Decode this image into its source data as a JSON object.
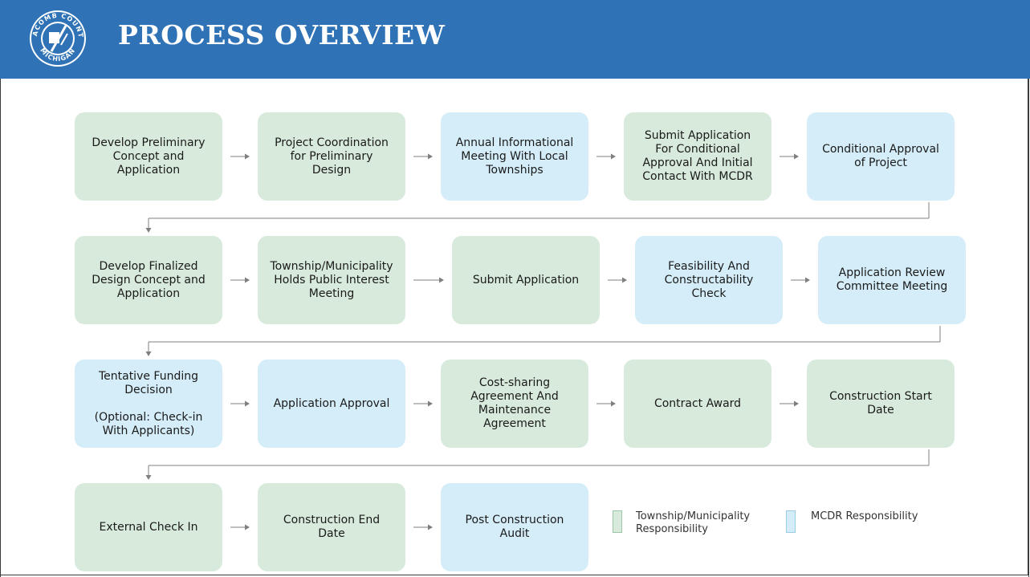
{
  "header": {
    "title": "PROCESS OVERVIEW",
    "seal_text": "MACOMB COUNTY MICHIGAN",
    "background": "#2f72b5"
  },
  "colors": {
    "township": "#d7eadb",
    "mcdr": "#d4edf9",
    "connector": "#7f7f7f"
  },
  "rows": [
    {
      "steps": [
        {
          "label": "Develop Preliminary\nConcept and\nApplication",
          "owner": "township"
        },
        {
          "label": "Project Coordination\nfor Preliminary\nDesign",
          "owner": "township"
        },
        {
          "label": "Annual Informational\nMeeting With Local\nTownships",
          "owner": "mcdr"
        },
        {
          "label": "Submit Application\nFor Conditional\nApproval And Initial\nContact With MCDR",
          "owner": "township"
        },
        {
          "label": "Conditional Approval\nof Project",
          "owner": "mcdr"
        }
      ]
    },
    {
      "steps": [
        {
          "label": "Develop Finalized\nDesign Concept and\nApplication",
          "owner": "township"
        },
        {
          "label": "Township/Municipality\nHolds Public Interest\nMeeting",
          "owner": "township"
        },
        {
          "label": "Submit Application",
          "owner": "township"
        },
        {
          "label": "Feasibility And\nConstructability\nCheck",
          "owner": "mcdr"
        },
        {
          "label": "Application Review\nCommittee Meeting",
          "owner": "mcdr"
        }
      ]
    },
    {
      "steps": [
        {
          "label": "Tentative Funding\nDecision\n\n(Optional: Check-in\nWith Applicants)",
          "owner": "mcdr"
        },
        {
          "label": "Application Approval",
          "owner": "mcdr"
        },
        {
          "label": "Cost-sharing\nAgreement And\nMaintenance\nAgreement",
          "owner": "township"
        },
        {
          "label": "Contract Award",
          "owner": "township"
        },
        {
          "label": "Construction Start\nDate",
          "owner": "township"
        }
      ]
    },
    {
      "steps": [
        {
          "label": "External Check In",
          "owner": "township"
        },
        {
          "label": "Construction End\nDate",
          "owner": "township"
        },
        {
          "label": "Post Construction\nAudit",
          "owner": "mcdr"
        }
      ]
    }
  ],
  "legend": {
    "township_label": "Township/Municipality\nResponsibility",
    "mcdr_label": "MCDR Responsibility"
  }
}
